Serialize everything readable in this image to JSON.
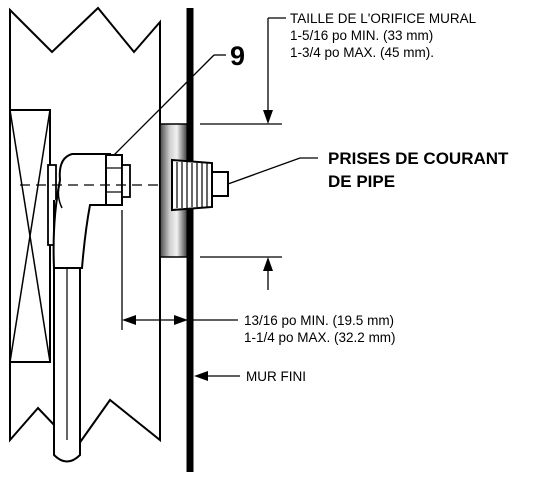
{
  "diagram": {
    "callout_number": "9",
    "wall_opening": {
      "title": "TAILLE DE L'ORIFICE MURAL",
      "min": "1-5/16 po MIN. (33 mm)",
      "max": "1-3/4 po MAX. (45 mm)."
    },
    "pipe_plugs": {
      "line1": "PRISES DE COURANT",
      "line2": "DE PIPE"
    },
    "depth": {
      "min": "13/16 po MIN.  (19.5 mm)",
      "max": "1-1/4 po MAX. (32.2 mm)"
    },
    "finished_wall": "MUR FINI"
  }
}
